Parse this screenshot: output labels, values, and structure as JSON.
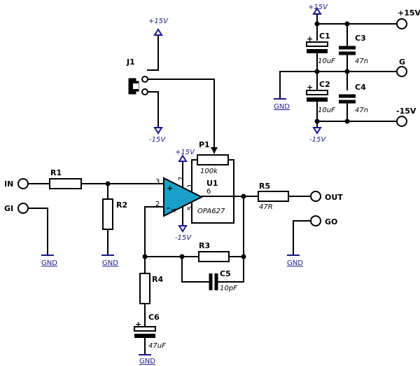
{
  "supply": {
    "pos": "+15V",
    "neg": "-15V",
    "gnd": "GND"
  },
  "terminals": {
    "in": "IN",
    "gi": "GI",
    "out": "OUT",
    "go": "GO",
    "p15": "+15V",
    "g": "G",
    "m15": "-15V"
  },
  "components": {
    "j1": "J1",
    "p1": {
      "ref": "P1",
      "value": "100k"
    },
    "u1": {
      "ref": "U1",
      "pin": "6",
      "part": "OPA627"
    },
    "r1": "R1",
    "r2": "R2",
    "r3": "R3",
    "r4": "R4",
    "r5": {
      "ref": "R5",
      "value": "47R"
    },
    "c1": {
      "ref": "C1",
      "value": "10uF"
    },
    "c2": {
      "ref": "C2",
      "value": "10uF"
    },
    "c3": {
      "ref": "C3",
      "value": "47n"
    },
    "c4": {
      "ref": "C4",
      "value": "47n"
    },
    "c5": {
      "ref": "C5",
      "value": "10pF"
    },
    "c6": {
      "ref": "C6",
      "value": "47uF"
    }
  },
  "pins": {
    "p1": "1",
    "p2": "2",
    "p3": "3",
    "p4": "4",
    "p5": "5",
    "p7": "7",
    "plus": "+",
    "minus": "-"
  },
  "colors": {
    "opamp_fill": "#1aa0c8",
    "power_label": "#1a1a8c",
    "wire": "#000000"
  }
}
